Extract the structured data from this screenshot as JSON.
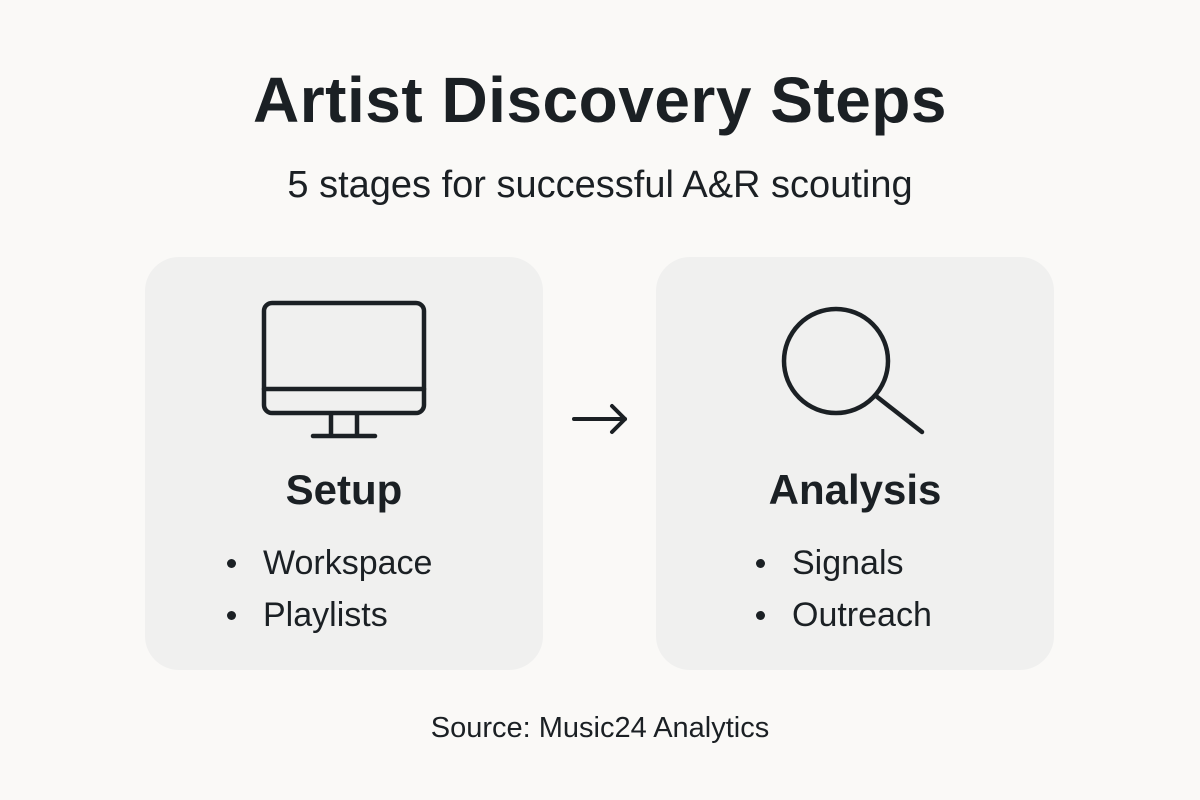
{
  "header": {
    "title": "Artist Discovery Steps",
    "subtitle": "5 stages for successful A&R scouting"
  },
  "steps": [
    {
      "title": "Setup",
      "icon": "monitor-icon",
      "bullets": [
        "Workspace",
        "Playlists"
      ]
    },
    {
      "title": "Analysis",
      "icon": "magnifier-icon",
      "bullets": [
        "Signals",
        "Outreach"
      ]
    }
  ],
  "connector": {
    "icon": "arrow-right-icon"
  },
  "footer": {
    "source": "Source: Music24 Analytics"
  },
  "colors": {
    "background": "#faf9f7",
    "card": "#f0f0ef",
    "text": "#1b2024"
  }
}
